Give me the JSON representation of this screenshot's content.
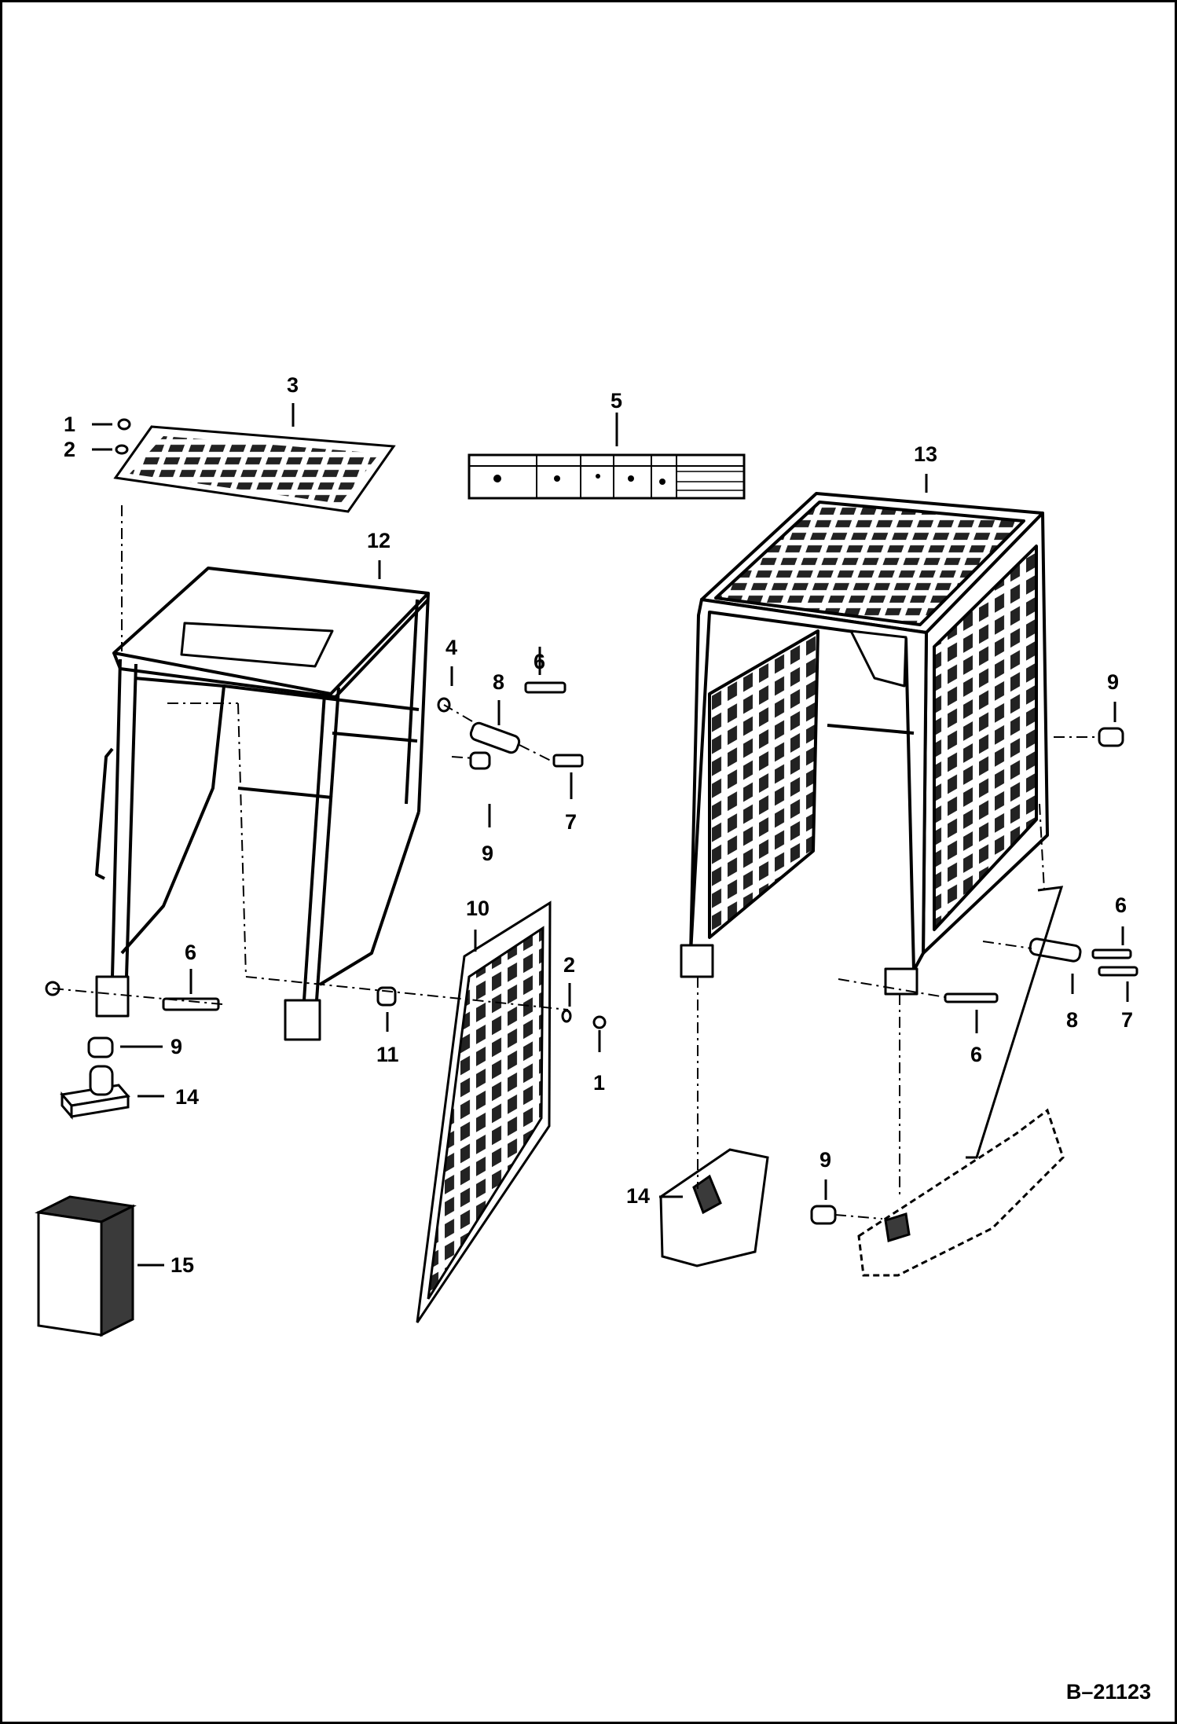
{
  "diagram": {
    "reference": "B–21123",
    "callouts": [
      {
        "id": "c1a",
        "text": "1"
      },
      {
        "id": "c2a",
        "text": "2"
      },
      {
        "id": "c3",
        "text": "3"
      },
      {
        "id": "c5",
        "text": "5"
      },
      {
        "id": "c12",
        "text": "12"
      },
      {
        "id": "c13",
        "text": "13"
      },
      {
        "id": "c4",
        "text": "4"
      },
      {
        "id": "c8a",
        "text": "8"
      },
      {
        "id": "c6a",
        "text": "6"
      },
      {
        "id": "c7a",
        "text": "7"
      },
      {
        "id": "c9a",
        "text": "9"
      },
      {
        "id": "c9b",
        "text": "9"
      },
      {
        "id": "c10",
        "text": "10"
      },
      {
        "id": "c2b",
        "text": "2"
      },
      {
        "id": "c6b",
        "text": "6"
      },
      {
        "id": "c9c",
        "text": "9"
      },
      {
        "id": "c11",
        "text": "11"
      },
      {
        "id": "c1b",
        "text": "1"
      },
      {
        "id": "c14a",
        "text": "14"
      },
      {
        "id": "c15",
        "text": "15"
      },
      {
        "id": "c6c",
        "text": "6"
      },
      {
        "id": "c8b",
        "text": "8"
      },
      {
        "id": "c7b",
        "text": "7"
      },
      {
        "id": "c6d",
        "text": "6"
      },
      {
        "id": "c9d",
        "text": "9"
      },
      {
        "id": "c14b",
        "text": "14"
      }
    ]
  },
  "colors": {
    "ink": "#000000",
    "paper": "#ffffff",
    "shade": "#3a3a3a"
  }
}
